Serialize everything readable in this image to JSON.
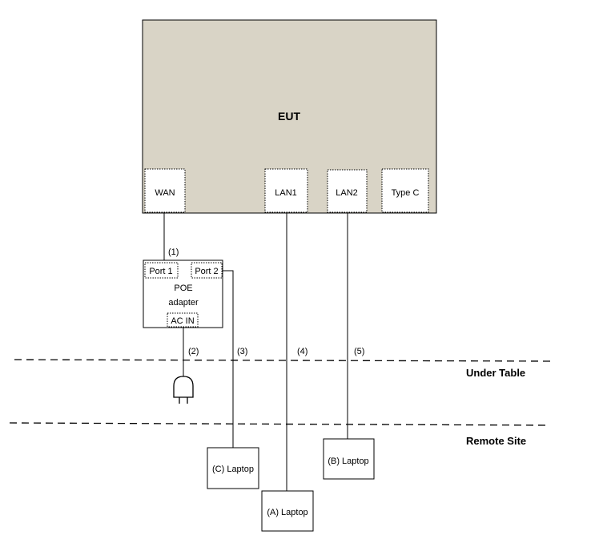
{
  "eut": {
    "title": "EUT",
    "fill": "#d9d4c6"
  },
  "eut_ports": {
    "wan": "WAN",
    "lan1": "LAN1",
    "lan2": "LAN2",
    "type_c": "Type C"
  },
  "poe": {
    "port1": "Port 1",
    "port2": "Port 2",
    "name_line1": "POE",
    "name_line2": "adapter",
    "ac_in": "AC IN"
  },
  "cables": {
    "c1": "(1)",
    "c2": "(2)",
    "c3": "(3)",
    "c4": "(4)",
    "c5": "(5)"
  },
  "zones": {
    "under_table": "Under Table",
    "remote_site": "Remote Site"
  },
  "laptops": {
    "a": "(A) Laptop",
    "b": "(B) Laptop",
    "c": "(C) Laptop"
  },
  "icons": {
    "plug": "power-plug-icon"
  }
}
